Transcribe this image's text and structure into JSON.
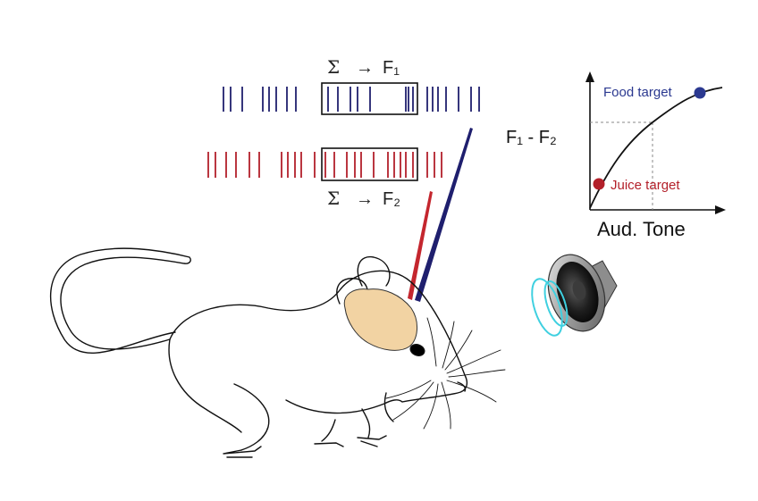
{
  "sum_top": {
    "symbol": "Σ",
    "arrow": "→",
    "result": "F₁"
  },
  "sum_bottom": {
    "symbol": "Σ",
    "arrow": "→",
    "result": "F₂"
  },
  "spikes": {
    "blue_color": "#1f1f6e",
    "red_color": "#b3202a",
    "blue_times": [
      250,
      258,
      271,
      294,
      301,
      309,
      321,
      331,
      367,
      378,
      392,
      400,
      414,
      454,
      457,
      462,
      478,
      484,
      490,
      499,
      513,
      527,
      536
    ],
    "red_times": [
      233,
      241,
      253,
      264,
      279,
      290,
      315,
      322,
      330,
      337,
      352,
      364,
      374,
      388,
      397,
      404,
      418,
      434,
      441,
      448,
      454,
      462,
      478,
      486,
      494
    ]
  },
  "graph": {
    "y_label": "F₁ - F₂",
    "x_label": "Aud. Tone",
    "food_label": "Food target",
    "juice_label": "Juice target",
    "food_color": "#2b3990",
    "juice_color": "#b3202a",
    "axis_color": "#111111",
    "curve_color": "#111111"
  },
  "electrode_colors": {
    "blue": "#1f1f6e",
    "red": "#c4262e"
  },
  "speaker": {
    "icon": "speaker-icon",
    "wave_color": "#3fd0e0"
  },
  "mouse": {
    "brain_color": "#f2d3a3",
    "outline_color": "#111111"
  }
}
